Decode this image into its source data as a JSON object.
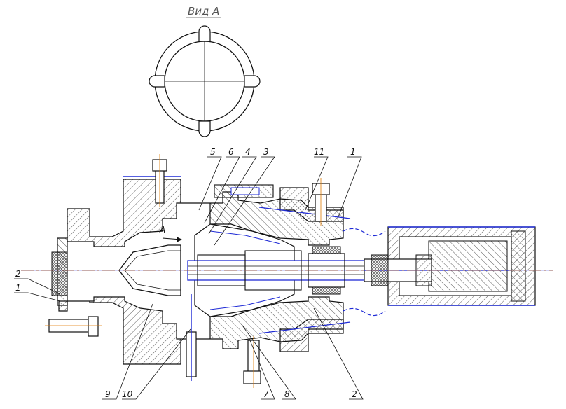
{
  "view_title": "Вид А",
  "section_mark": "А",
  "labels": {
    "top": [
      "5",
      "6",
      "4",
      "3",
      "11",
      "1"
    ],
    "left": [
      "2",
      "1"
    ],
    "bottom": [
      "9",
      "10",
      "7",
      "8",
      "2"
    ]
  },
  "colors": {
    "outline": "#1a1a1a",
    "blue": "#1f2bd6",
    "axis": "#e07a00",
    "hatch": "#333333"
  }
}
